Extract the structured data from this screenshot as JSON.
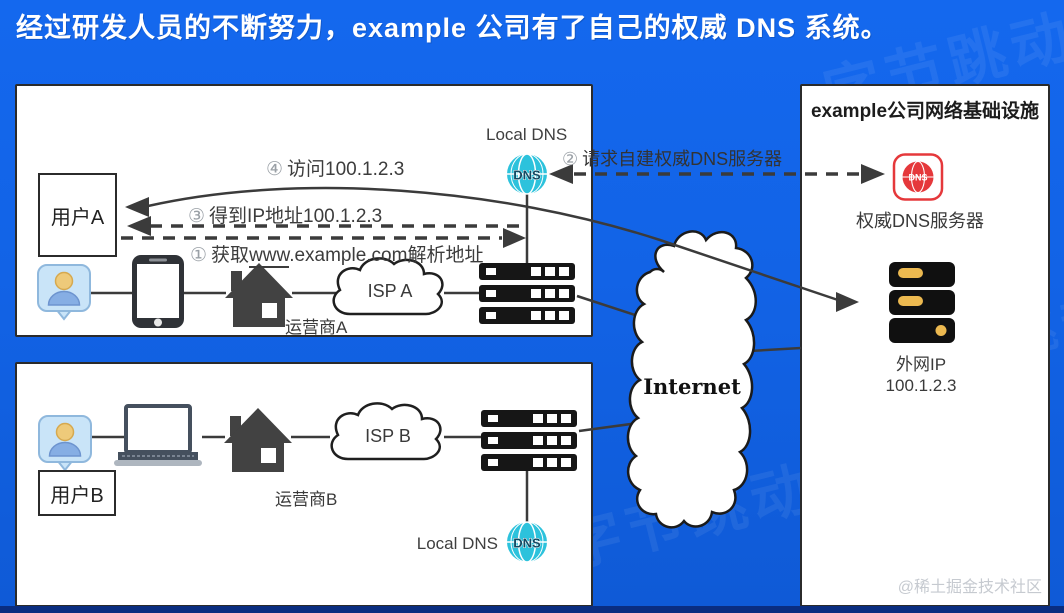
{
  "title": "经过研发人员的不断努力，example 公司有了自己的权威 DNS 系统。",
  "colors": {
    "bg-blue": "#1263e6",
    "bottom-strip": "#0a2d80",
    "panel-border": "#2b2b2b",
    "text-dark": "#3a3a3a",
    "step-num": "#9aa0a6",
    "dns-cyan": "#2cc2dc",
    "dns-red": "#e5383b",
    "server-yellow": "#ecb950",
    "wm-gray": "#c6cad0"
  },
  "panel_a": {
    "user": "用户A",
    "isp_cloud": "ISP A",
    "isp_label": "运营商A",
    "local_dns": "Local DNS"
  },
  "panel_b": {
    "user": "用户B",
    "isp_cloud": "ISP B",
    "isp_label": "运营商B",
    "local_dns": "Local DNS"
  },
  "steps": {
    "s1": {
      "num": "①",
      "pre": "获取",
      "underlined": "www",
      "post": ".example.com解析地址"
    },
    "s2": {
      "num": "②",
      "text": "请求自建权威DNS服务器"
    },
    "s3": {
      "num": "③",
      "text": "得到IP地址100.1.2.3"
    },
    "s4": {
      "num": "④",
      "text": "访问100.1.2.3"
    }
  },
  "internet": {
    "label": "Internet"
  },
  "company_panel": {
    "title": "example公司网络基础设施",
    "auth_dns_label": "权威DNS服务器",
    "wan_ip_label": "外网IP",
    "wan_ip_value": "100.1.2.3"
  },
  "icons": {
    "dns_badge_text": "DNS"
  },
  "watermark": "@稀土掘金技术社区",
  "bg_watermark": "字节跳动"
}
